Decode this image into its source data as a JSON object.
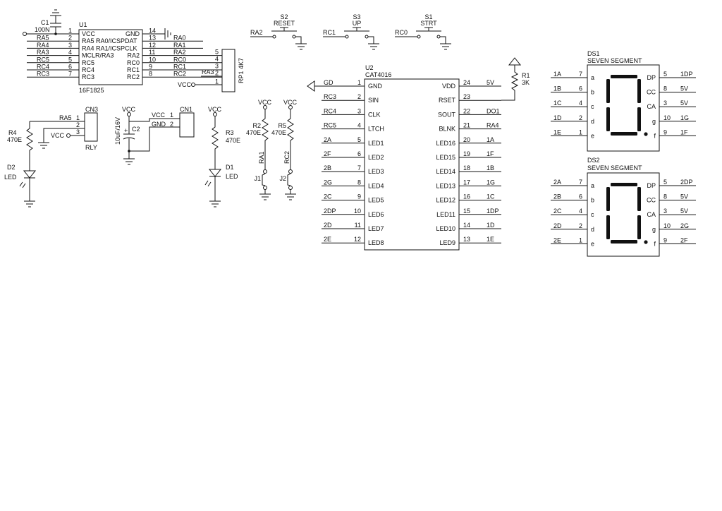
{
  "u1": {
    "ref": "U1",
    "part": "16F1825",
    "left_nets": [
      "VCC",
      "RA5",
      "RA4",
      "RA3",
      "RC5",
      "RC4",
      "RC3"
    ],
    "left_pins": [
      "1",
      "2",
      "3",
      "4",
      "5",
      "6",
      "7"
    ],
    "left_names": [
      "VCC",
      "RA5 RA0/ICSPDAT",
      "RA4 RA1/ICSPCLK",
      "MCLR/RA3",
      "RC5",
      "RC4",
      "RC3"
    ],
    "right_names": [
      "GND",
      "",
      "",
      "RA2",
      "RC0",
      "RC1",
      "RC2"
    ],
    "right_pins": [
      "14",
      "13",
      "12",
      "11",
      "10",
      "9",
      "8"
    ],
    "right_nets": [
      "",
      "RA0",
      "RA1",
      "RA2",
      "RC0",
      "RC1",
      "RC2"
    ]
  },
  "c1": {
    "ref": "C1",
    "value": "100N"
  },
  "rp1": {
    "ref": "RP1 4K7",
    "pins": [
      "5",
      "4",
      "3",
      "2",
      "1"
    ],
    "ra3_net": "RA3",
    "vcc_net": "VCC"
  },
  "switches": [
    {
      "ref": "S2",
      "name": "RESET",
      "net": "RA2"
    },
    {
      "ref": "S3",
      "name": "UP",
      "net": "RC1"
    },
    {
      "ref": "S1",
      "name": "STRT",
      "net": "RC0"
    }
  ],
  "cn3": {
    "ref": "CN3",
    "type": "RLY",
    "pins": [
      "1",
      "2",
      "3"
    ],
    "net1": "RA5",
    "net3": "VCC"
  },
  "r4": {
    "ref": "R4",
    "value": "470E"
  },
  "d2": {
    "ref": "D2",
    "type": "LED"
  },
  "c2": {
    "ref": "C2",
    "value": "10uF/16V",
    "vcc": "VCC"
  },
  "cn1": {
    "ref": "CN1",
    "pins": [
      "1",
      "2"
    ],
    "net1": "VCC",
    "net2": "GND"
  },
  "r3": {
    "ref": "R3",
    "value": "470E",
    "vcc": "VCC"
  },
  "d1": {
    "ref": "D1",
    "type": "LED"
  },
  "r2": {
    "ref": "R2",
    "value": "470E",
    "vcc": "VCC",
    "net": "RA1",
    "jumper": "J1"
  },
  "r5": {
    "ref": "R5",
    "value": "470E",
    "vcc": "VCC",
    "net": "RC2",
    "jumper": "J2"
  },
  "u2": {
    "ref": "U2",
    "part": "CAT4016",
    "left_nets": [
      "GD",
      "RC3",
      "RC4",
      "RC5",
      "2A",
      "2F",
      "2B",
      "2G",
      "2C",
      "2DP",
      "2D",
      "2E"
    ],
    "left_pins": [
      "1",
      "2",
      "3",
      "4",
      "5",
      "6",
      "7",
      "8",
      "9",
      "10",
      "11",
      "12"
    ],
    "left_names": [
      "GND",
      "SIN",
      "CLK",
      "LTCH",
      "LED1",
      "LED2",
      "LED3",
      "LED4",
      "LED5",
      "LED6",
      "LED7",
      "LED8"
    ],
    "right_names": [
      "VDD",
      "RSET",
      "SOUT",
      "BLNK",
      "LED16",
      "LED15",
      "LED14",
      "LED13",
      "LED12",
      "LED11",
      "LED10",
      "LED9"
    ],
    "right_pins": [
      "24",
      "23",
      "22",
      "21",
      "20",
      "19",
      "18",
      "17",
      "16",
      "15",
      "14",
      "13"
    ],
    "right_nets": [
      "5V",
      "",
      "DO1",
      "RA4",
      "1A",
      "1F",
      "1B",
      "1G",
      "1C",
      "1DP",
      "1D",
      "1E"
    ]
  },
  "r1": {
    "ref": "R1",
    "value": "3K"
  },
  "ds1": {
    "ref": "DS1",
    "type": "SEVEN SEGMENT",
    "left_nets": [
      "1A",
      "1B",
      "1C",
      "1D",
      "1E"
    ],
    "left_pins": [
      "7",
      "6",
      "4",
      "2",
      "1"
    ],
    "left_names": [
      "a",
      "b",
      "c",
      "d",
      "e"
    ],
    "right_names": [
      "DP",
      "CC",
      "CA",
      "g",
      "f"
    ],
    "right_pins": [
      "5",
      "8",
      "3",
      "10",
      "9"
    ],
    "right_nets": [
      "1DP",
      "5V",
      "5V",
      "1G",
      "1F"
    ]
  },
  "ds2": {
    "ref": "DS2",
    "type": "SEVEN SEGMENT",
    "left_nets": [
      "2A",
      "2B",
      "2C",
      "2D",
      "2E"
    ],
    "left_pins": [
      "7",
      "6",
      "4",
      "2",
      "1"
    ],
    "left_names": [
      "a",
      "b",
      "c",
      "d",
      "e"
    ],
    "right_names": [
      "DP",
      "CC",
      "CA",
      "g",
      "f"
    ],
    "right_pins": [
      "5",
      "8",
      "3",
      "10",
      "9"
    ],
    "right_nets": [
      "2DP",
      "5V",
      "5V",
      "2G",
      "2F"
    ]
  }
}
